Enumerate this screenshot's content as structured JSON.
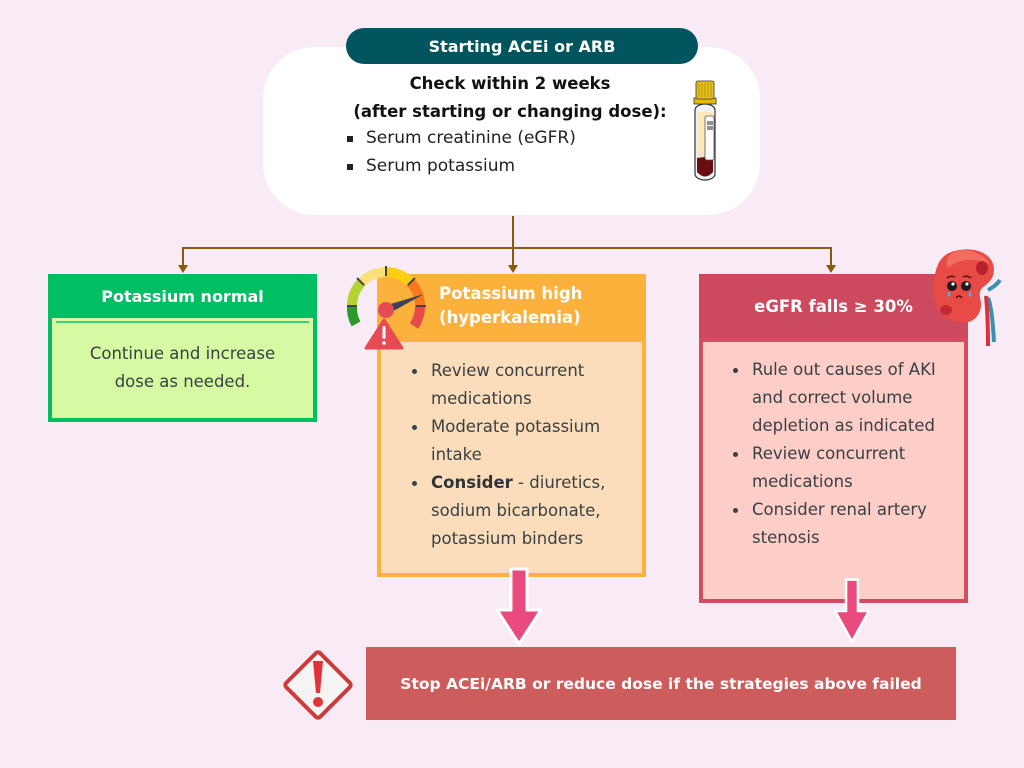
{
  "top": {
    "title": "Starting ACEi or ARB",
    "check_line1": "Check within 2 weeks",
    "check_line2": "(after starting or changing dose):",
    "items": [
      "Serum creatinine (eGFR)",
      "Serum potassium"
    ],
    "icon": "blood-test-tube-icon"
  },
  "branches": {
    "normal": {
      "title": "Potassium normal",
      "body_line1": "Continue and increase",
      "body_line2": "dose as needed.",
      "color": "#00bf63",
      "fill": "#d6f9a3"
    },
    "high": {
      "title_line1": "Potassium high",
      "title_line2": "(hyperkalemia)",
      "icon": "gauge-warning-icon",
      "items": [
        {
          "bold": "",
          "text": "Review concurrent medications"
        },
        {
          "bold": "",
          "text": "Moderate potassium intake"
        },
        {
          "bold": "Consider",
          "text": " - diuretics, sodium bicarbonate, potassium binders"
        }
      ],
      "color": "#fbb13c",
      "fill": "#fbddbb"
    },
    "egfr": {
      "title": "eGFR falls ≥ 30%",
      "icon": "sad-kidney-icon",
      "items": [
        "Rule out causes of AKI and correct volume depletion as indicated",
        "Review concurrent medications",
        "Consider renal artery stenosis"
      ],
      "color": "#cd4a5e",
      "fill": "#fdcdc7"
    }
  },
  "bottom": {
    "text": "Stop ACEi/ARB or reduce dose if the strategies above failed",
    "icon": "warning-diamond-icon",
    "color": "#cd5c5c"
  },
  "colors": {
    "background": "#f8ebf6",
    "title_pill": "#02545e",
    "connector": "#8b5a0f",
    "down_arrow": "#ea4a7d"
  }
}
